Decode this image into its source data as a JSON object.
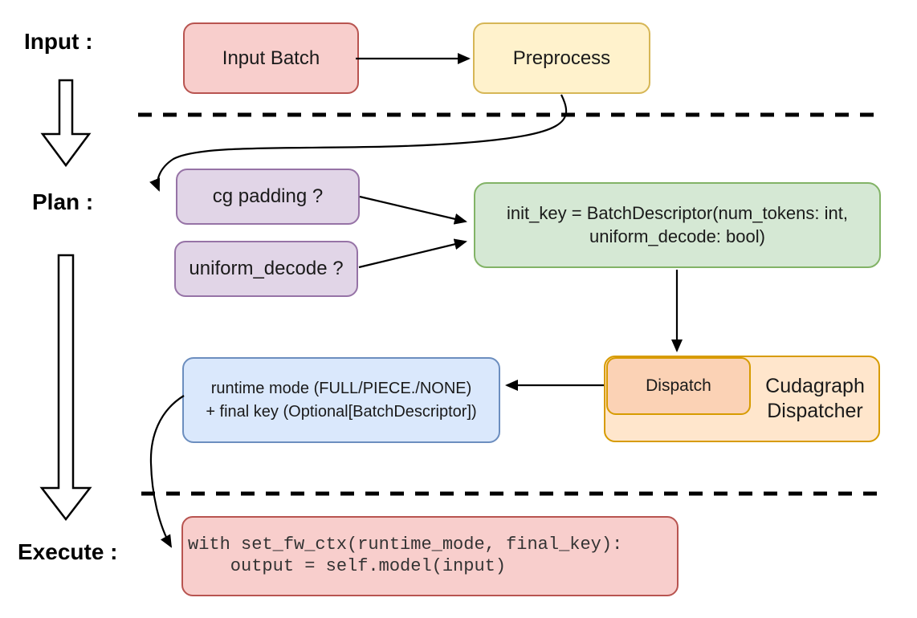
{
  "stage_labels": {
    "input": "Input :",
    "plan": "Plan :",
    "execute": "Execute :"
  },
  "nodes": {
    "input_batch": "Input Batch",
    "preprocess": "Preprocess",
    "cg_padding": "cg padding ?",
    "uniform_decode": "uniform_decode ?",
    "init_key_line1": "init_key = BatchDescriptor(num_tokens: int,",
    "init_key_line2": "uniform_decode: bool)",
    "dispatch": "Dispatch",
    "dispatcher_line1": "Cudagraph",
    "dispatcher_line2": "Dispatcher",
    "runtime_line1": "runtime mode (FULL/PIECE./NONE)",
    "runtime_line2": "+ final key (Optional[BatchDescriptor])",
    "code_line1": "with set_fw_ctx(runtime_mode, final_key):",
    "code_line2": "    output = self.model(input)"
  },
  "colors": {
    "pink_fill": "#f8cecc",
    "pink_stroke": "#b85450",
    "yellow_fill": "#fff2cc",
    "yellow_stroke": "#d6b656",
    "purple_fill": "#e1d5e7",
    "purple_stroke": "#9673a6",
    "green_fill": "#d5e8d4",
    "green_stroke": "#82b366",
    "orange_fill": "#ffe6cc",
    "orange_stroke": "#d79b00",
    "peach_fill": "#fbd2b5",
    "blue_fill": "#dae8fc",
    "blue_stroke": "#6c8ebf",
    "line_color": "#000000"
  }
}
